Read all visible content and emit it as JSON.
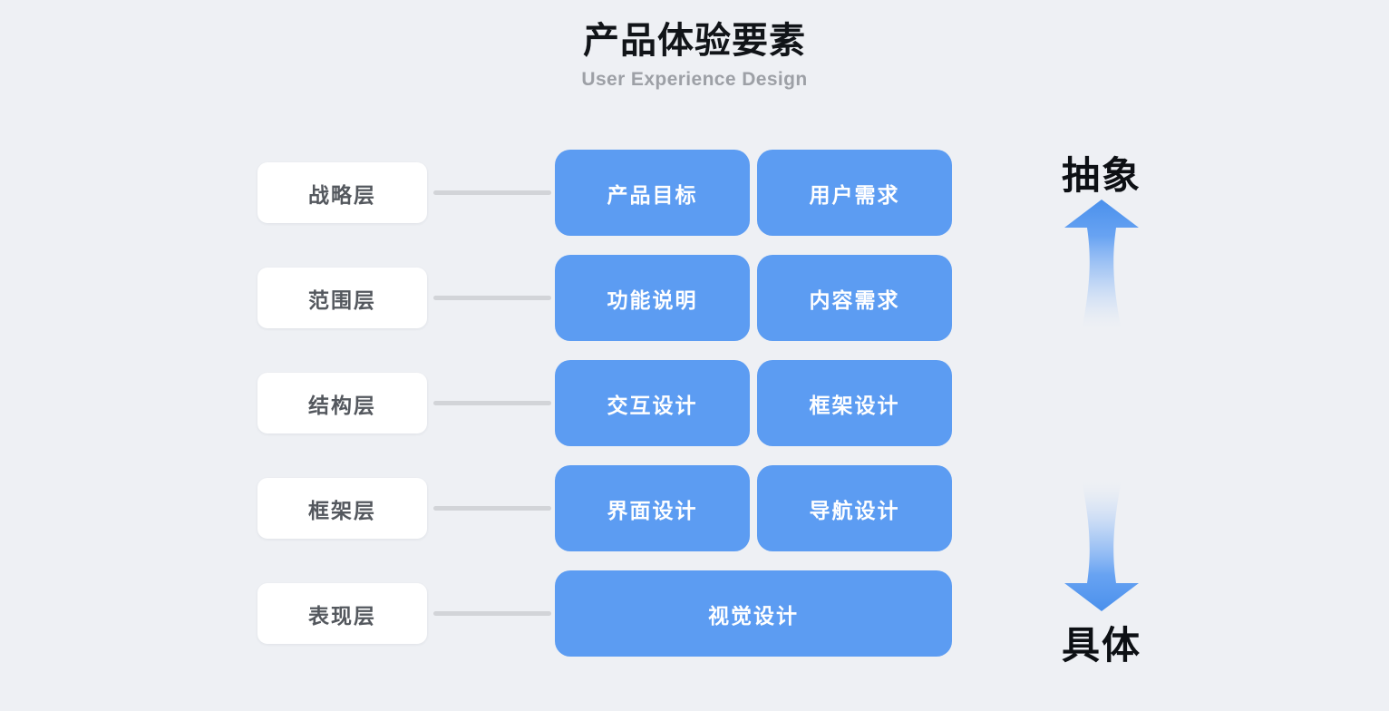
{
  "page": {
    "background_color": "#eef0f4",
    "accent_color": "#5c9cf2",
    "chip_color": "#ffffff",
    "connector_color": "#d2d4d8",
    "label_text_color": "#54585e",
    "title_color": "#111418",
    "subtitle_color": "#9da0a6"
  },
  "header": {
    "title": "产品体验要素",
    "subtitle": "User Experience Design"
  },
  "matrix": {
    "rows": [
      {
        "layer": "战略层",
        "cards": [
          {
            "label": "产品目标"
          },
          {
            "label": "用户需求"
          }
        ]
      },
      {
        "layer": "范围层",
        "cards": [
          {
            "label": "功能说明"
          },
          {
            "label": "内容需求"
          }
        ]
      },
      {
        "layer": "结构层",
        "cards": [
          {
            "label": "交互设计"
          },
          {
            "label": "框架设计"
          }
        ]
      },
      {
        "layer": "框架层",
        "cards": [
          {
            "label": "界面设计"
          },
          {
            "label": "导航设计"
          }
        ]
      },
      {
        "layer": "表现层",
        "cards": [
          {
            "label": "视觉设计"
          }
        ]
      }
    ]
  },
  "axis": {
    "top_label": "抽象",
    "bottom_label": "具体",
    "up_arrow_icon": "arrow-up-icon",
    "down_arrow_icon": "arrow-down-icon",
    "arrow_color": "#5c9cf2"
  }
}
